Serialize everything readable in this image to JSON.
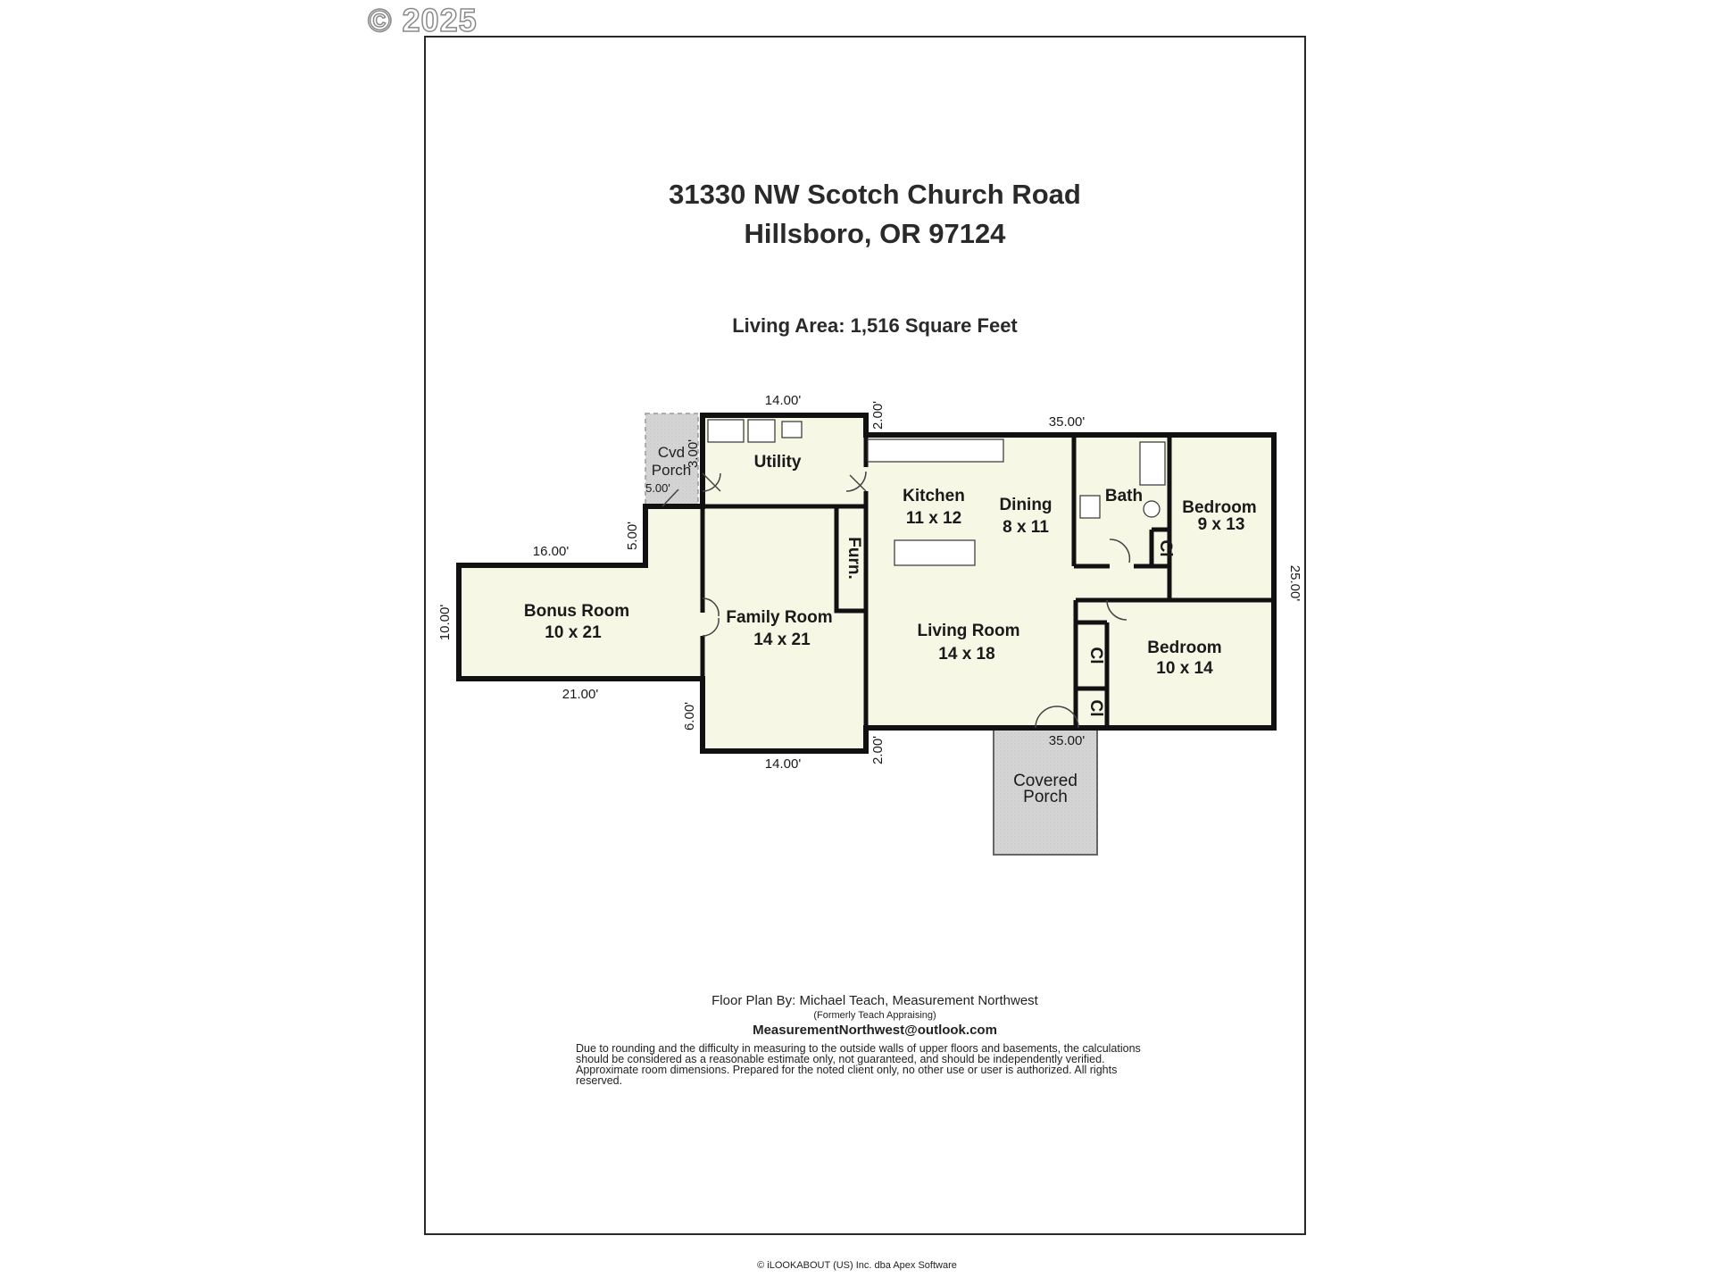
{
  "watermark": "© 2025",
  "address": {
    "line1": "31330 NW Scotch Church Road",
    "line2": "Hillsboro, OR 97124"
  },
  "living_area": "Living Area: 1,516 Square Feet",
  "rooms": {
    "bonus": {
      "name": "Bonus Room",
      "size": "10 x 21"
    },
    "family": {
      "name": "Family Room",
      "size": "14 x 21"
    },
    "utility": {
      "name": "Utility"
    },
    "kitchen": {
      "name": "Kitchen",
      "size": "11 x 12"
    },
    "dining": {
      "name": "Dining",
      "size": "8 x 11"
    },
    "living": {
      "name": "Living Room",
      "size": "14 x 18"
    },
    "bath": {
      "name": "Bath"
    },
    "bedroom1": {
      "name": "Bedroom",
      "size": "9 x 13"
    },
    "bedroom2": {
      "name": "Bedroom",
      "size": "10 x 14"
    },
    "furn": "Furn.",
    "closet": "Cl",
    "cvd_porch_1": "Cvd",
    "cvd_porch_2": "Porch",
    "covered_porch_1": "Covered",
    "covered_porch_2": "Porch"
  },
  "dimensions": {
    "utility_top": "14.00'",
    "utility_right": "2.00'",
    "main_top": "35.00'",
    "cvd_side": "3.00'",
    "cvd_bottom": "5.00'",
    "bonus_top": "16.00'",
    "bonus_step": "5.00'",
    "bonus_left": "10.00'",
    "bonus_bottom": "21.00'",
    "family_step": "6.00'",
    "family_bottom": "14.00'",
    "family_right": "2.00'",
    "main_bottom": "35.00'",
    "main_right": "25.00'"
  },
  "credits": {
    "by": "Floor Plan By: Michael Teach, Measurement Northwest",
    "formerly": "(Formerly Teach Appraising)",
    "email": "MeasurementNorthwest@outlook.com",
    "disclaimer": "Due to rounding and the difficulty in measuring to the outside walls of upper floors and basements, the calculations should be considered as a reasonable estimate only, not guaranteed, and should be independently verified. Approximate room dimensions. Prepared for the noted client only, no other use or user is authorized. All rights reserved.",
    "copyright": "© iLOOKABOUT (US) Inc. dba Apex Software"
  },
  "colors": {
    "floor": "#f7f7e6",
    "wall": "#111111",
    "porch": "#d8d8d8"
  }
}
